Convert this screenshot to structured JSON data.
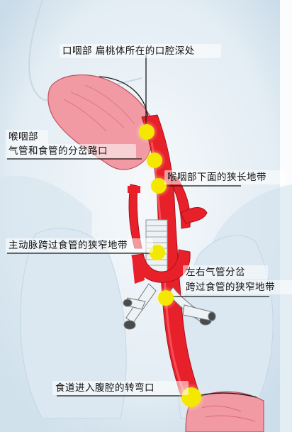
{
  "labels": {
    "oral_cavity": "口咽部 扁桃体所在的口腔深处",
    "laryngopharynx_title": "喉咽部",
    "bifurcation": "气管和食管的分岔路口",
    "lower_laryngopharynx": "喉咽部下面的狭长地带",
    "aortic_crossing": "主动脉跨过食管的狭窄地带",
    "bronchi_split": "左右气管分岔",
    "bronchi_crossing": "跨过食管的狭窄地带",
    "esophagus_entry": "食道进入腹腔的转弯口"
  },
  "colors": {
    "vessel_red": "#e8202a",
    "marker_yellow": "#f5e800",
    "leader_line": "#1a1a1a",
    "background_blue": "#dce9f2",
    "tissue_pink": "#f4a0a8"
  }
}
